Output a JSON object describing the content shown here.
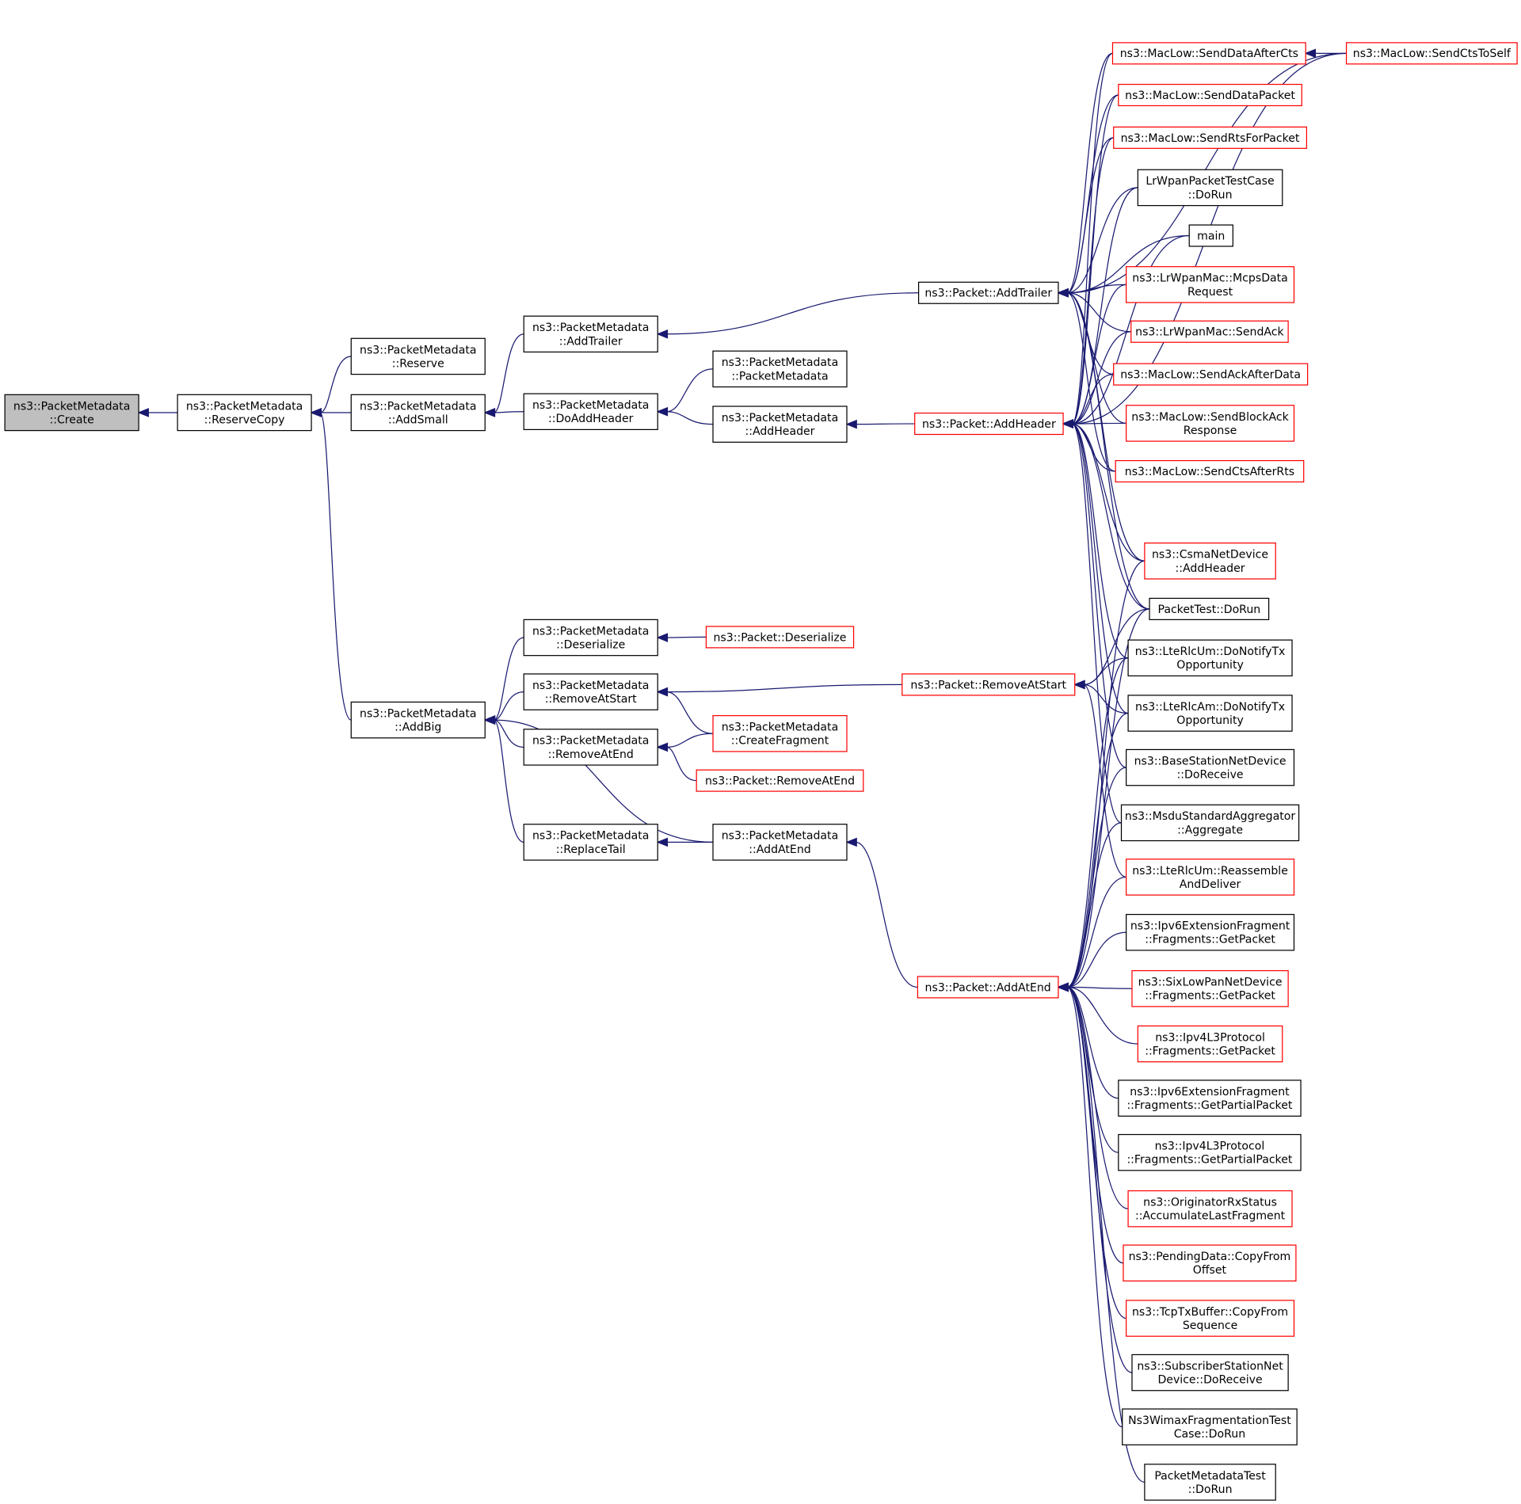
{
  "title": "ns3::PacketMetadata::Create caller graph",
  "colors": {
    "edge": "#191970",
    "normal_border": "#000000",
    "red_border": "#ff0000",
    "focus_fill": "#bfbfbf"
  },
  "nodes": [
    {
      "id": "create",
      "lines": [
        "ns3::PacketMetadata",
        "::Create"
      ],
      "style": "focus"
    },
    {
      "id": "reservecopy",
      "lines": [
        "ns3::PacketMetadata",
        "::ReserveCopy"
      ],
      "style": "normal"
    },
    {
      "id": "reserve",
      "lines": [
        "ns3::PacketMetadata",
        "::Reserve"
      ],
      "style": "normal"
    },
    {
      "id": "addsmall",
      "lines": [
        "ns3::PacketMetadata",
        "::AddSmall"
      ],
      "style": "normal"
    },
    {
      "id": "addbig",
      "lines": [
        "ns3::PacketMetadata",
        "::AddBig"
      ],
      "style": "normal"
    },
    {
      "id": "pm_addtrailer",
      "lines": [
        "ns3::PacketMetadata",
        "::AddTrailer"
      ],
      "style": "normal"
    },
    {
      "id": "pm_doaddheader",
      "lines": [
        "ns3::PacketMetadata",
        "::DoAddHeader"
      ],
      "style": "normal"
    },
    {
      "id": "pm_deserialize",
      "lines": [
        "ns3::PacketMetadata",
        "::Deserialize"
      ],
      "style": "normal"
    },
    {
      "id": "pm_removeatstart",
      "lines": [
        "ns3::PacketMetadata",
        "::RemoveAtStart"
      ],
      "style": "normal"
    },
    {
      "id": "pm_removeatend",
      "lines": [
        "ns3::PacketMetadata",
        "::RemoveAtEnd"
      ],
      "style": "normal"
    },
    {
      "id": "pm_replacetail",
      "lines": [
        "ns3::PacketMetadata",
        "::ReplaceTail"
      ],
      "style": "normal"
    },
    {
      "id": "pm_packetmetadata",
      "lines": [
        "ns3::PacketMetadata",
        "::PacketMetadata"
      ],
      "style": "normal"
    },
    {
      "id": "pm_addheader",
      "lines": [
        "ns3::PacketMetadata",
        "::AddHeader"
      ],
      "style": "normal"
    },
    {
      "id": "p_deserialize",
      "lines": [
        "ns3::Packet::Deserialize"
      ],
      "style": "red"
    },
    {
      "id": "pm_createfragment",
      "lines": [
        "ns3::PacketMetadata",
        "::CreateFragment"
      ],
      "style": "red"
    },
    {
      "id": "p_removeatend",
      "lines": [
        "ns3::Packet::RemoveAtEnd"
      ],
      "style": "red"
    },
    {
      "id": "pm_addatend",
      "lines": [
        "ns3::PacketMetadata",
        "::AddAtEnd"
      ],
      "style": "normal"
    },
    {
      "id": "p_addtrailer",
      "lines": [
        "ns3::Packet::AddTrailer"
      ],
      "style": "normal"
    },
    {
      "id": "p_addheader",
      "lines": [
        "ns3::Packet::AddHeader"
      ],
      "style": "red"
    },
    {
      "id": "p_removeatstart",
      "lines": [
        "ns3::Packet::RemoveAtStart"
      ],
      "style": "red"
    },
    {
      "id": "p_addatend",
      "lines": [
        "ns3::Packet::AddAtEnd"
      ],
      "style": "red"
    },
    {
      "id": "senddataaftercts",
      "lines": [
        "ns3::MacLow::SendDataAfterCts"
      ],
      "style": "red"
    },
    {
      "id": "sendctstoself",
      "lines": [
        "ns3::MacLow::SendCtsToSelf"
      ],
      "style": "red"
    },
    {
      "id": "senddatapacket",
      "lines": [
        "ns3::MacLow::SendDataPacket"
      ],
      "style": "red"
    },
    {
      "id": "sendrtsforpacket",
      "lines": [
        "ns3::MacLow::SendRtsForPacket"
      ],
      "style": "red"
    },
    {
      "id": "lrwpantest",
      "lines": [
        "LrWpanPacketTestCase",
        "::DoRun"
      ],
      "style": "normal"
    },
    {
      "id": "main",
      "lines": [
        "main"
      ],
      "style": "normal"
    },
    {
      "id": "mcpsdata",
      "lines": [
        "ns3::LrWpanMac::McpsData",
        "Request"
      ],
      "style": "red"
    },
    {
      "id": "lrsendack",
      "lines": [
        "ns3::LrWpanMac::SendAck"
      ],
      "style": "red"
    },
    {
      "id": "sendackafterdata",
      "lines": [
        "ns3::MacLow::SendAckAfterData"
      ],
      "style": "red"
    },
    {
      "id": "sendblockack",
      "lines": [
        "ns3::MacLow::SendBlockAck",
        "Response"
      ],
      "style": "red"
    },
    {
      "id": "sendctsafterrts",
      "lines": [
        "ns3::MacLow::SendCtsAfterRts"
      ],
      "style": "red"
    },
    {
      "id": "csmaaddheader",
      "lines": [
        "ns3::CsmaNetDevice",
        "::AddHeader"
      ],
      "style": "red"
    },
    {
      "id": "packettest",
      "lines": [
        "PacketTest::DoRun"
      ],
      "style": "normal"
    },
    {
      "id": "lterlcum_tx",
      "lines": [
        "ns3::LteRlcUm::DoNotifyTx",
        "Opportunity"
      ],
      "style": "normal"
    },
    {
      "id": "lterlcam_tx",
      "lines": [
        "ns3::LteRlcAm::DoNotifyTx",
        "Opportunity"
      ],
      "style": "normal"
    },
    {
      "id": "basestation",
      "lines": [
        "ns3::BaseStationNetDevice",
        "::DoReceive"
      ],
      "style": "normal"
    },
    {
      "id": "msduagg",
      "lines": [
        "ns3::MsduStandardAggregator",
        "::Aggregate"
      ],
      "style": "normal"
    },
    {
      "id": "reassemble",
      "lines": [
        "ns3::LteRlcUm::Reassemble",
        "AndDeliver"
      ],
      "style": "red"
    },
    {
      "id": "ipv6getpacket",
      "lines": [
        "ns3::Ipv6ExtensionFragment",
        "::Fragments::GetPacket"
      ],
      "style": "normal"
    },
    {
      "id": "sixlowpan",
      "lines": [
        "ns3::SixLowPanNetDevice",
        "::Fragments::GetPacket"
      ],
      "style": "red"
    },
    {
      "id": "ipv4getpacket",
      "lines": [
        "ns3::Ipv4L3Protocol",
        "::Fragments::GetPacket"
      ],
      "style": "red"
    },
    {
      "id": "ipv6partial",
      "lines": [
        "ns3::Ipv6ExtensionFragment",
        "::Fragments::GetPartialPacket"
      ],
      "style": "normal"
    },
    {
      "id": "ipv4partial",
      "lines": [
        "ns3::Ipv4L3Protocol",
        "::Fragments::GetPartialPacket"
      ],
      "style": "normal"
    },
    {
      "id": "originator",
      "lines": [
        "ns3::OriginatorRxStatus",
        "::AccumulateLastFragment"
      ],
      "style": "red"
    },
    {
      "id": "pendingdata",
      "lines": [
        "ns3::PendingData::CopyFrom",
        "Offset"
      ],
      "style": "red"
    },
    {
      "id": "tcptxbuffer",
      "lines": [
        "ns3::TcpTxBuffer::CopyFrom",
        "Sequence"
      ],
      "style": "red"
    },
    {
      "id": "subscriber",
      "lines": [
        "ns3::SubscriberStationNet",
        "Device::DoReceive"
      ],
      "style": "normal"
    },
    {
      "id": "wimaxtest",
      "lines": [
        "Ns3WimaxFragmentationTest",
        "Case::DoRun"
      ],
      "style": "normal"
    },
    {
      "id": "pmtest",
      "lines": [
        "PacketMetadataTest",
        "::DoRun"
      ],
      "style": "normal"
    }
  ],
  "edges": [
    [
      "reservecopy",
      "create"
    ],
    [
      "reserve",
      "reservecopy"
    ],
    [
      "addsmall",
      "reservecopy"
    ],
    [
      "addbig",
      "reservecopy"
    ],
    [
      "pm_addtrailer",
      "addsmall"
    ],
    [
      "pm_doaddheader",
      "addsmall"
    ],
    [
      "pm_deserialize",
      "addbig"
    ],
    [
      "pm_removeatstart",
      "addbig"
    ],
    [
      "pm_removeatend",
      "addbig"
    ],
    [
      "pm_replacetail",
      "addbig"
    ],
    [
      "pm_addatend",
      "addbig"
    ],
    [
      "p_addtrailer",
      "pm_addtrailer"
    ],
    [
      "pm_packetmetadata",
      "pm_doaddheader"
    ],
    [
      "pm_addheader",
      "pm_doaddheader"
    ],
    [
      "p_addheader",
      "pm_addheader"
    ],
    [
      "p_deserialize",
      "pm_deserialize"
    ],
    [
      "p_removeatstart",
      "pm_removeatstart"
    ],
    [
      "pm_createfragment",
      "pm_removeatstart"
    ],
    [
      "pm_createfragment",
      "pm_removeatend"
    ],
    [
      "p_removeatend",
      "pm_removeatend"
    ],
    [
      "pm_addatend",
      "pm_replacetail"
    ],
    [
      "p_addatend",
      "pm_addatend"
    ],
    [
      "sendctstoself",
      "senddataaftercts"
    ],
    [
      "senddataaftercts",
      "p_addtrailer"
    ],
    [
      "senddatapacket",
      "p_addtrailer"
    ],
    [
      "sendrtsforpacket",
      "p_addtrailer"
    ],
    [
      "lrwpantest",
      "p_addtrailer"
    ],
    [
      "main",
      "p_addtrailer"
    ],
    [
      "mcpsdata",
      "p_addtrailer"
    ],
    [
      "lrsendack",
      "p_addtrailer"
    ],
    [
      "sendackafterdata",
      "p_addtrailer"
    ],
    [
      "sendblockack",
      "p_addtrailer"
    ],
    [
      "sendctsafterrts",
      "p_addtrailer"
    ],
    [
      "csmaaddheader",
      "p_addtrailer"
    ],
    [
      "packettest",
      "p_addtrailer"
    ],
    [
      "sendctstoself",
      "p_addtrailer"
    ],
    [
      "senddataaftercts",
      "p_addheader"
    ],
    [
      "senddatapacket",
      "p_addheader"
    ],
    [
      "sendrtsforpacket",
      "p_addheader"
    ],
    [
      "lrwpantest",
      "p_addheader"
    ],
    [
      "main",
      "p_addheader"
    ],
    [
      "mcpsdata",
      "p_addheader"
    ],
    [
      "lrsendack",
      "p_addheader"
    ],
    [
      "sendackafterdata",
      "p_addheader"
    ],
    [
      "sendblockack",
      "p_addheader"
    ],
    [
      "sendctsafterrts",
      "p_addheader"
    ],
    [
      "sendctstoself",
      "p_addheader"
    ],
    [
      "csmaaddheader",
      "p_addheader"
    ],
    [
      "packettest",
      "p_addheader"
    ],
    [
      "lterlcum_tx",
      "p_addheader"
    ],
    [
      "lterlcam_tx",
      "p_addheader"
    ],
    [
      "basestation",
      "p_addheader"
    ],
    [
      "msduagg",
      "p_addheader"
    ],
    [
      "packettest",
      "p_removeatstart"
    ],
    [
      "lterlcum_tx",
      "p_removeatstart"
    ],
    [
      "lterlcam_tx",
      "p_removeatstart"
    ],
    [
      "reassemble",
      "p_removeatstart"
    ],
    [
      "csmaaddheader",
      "p_addatend"
    ],
    [
      "packettest",
      "p_addatend"
    ],
    [
      "lterlcum_tx",
      "p_addatend"
    ],
    [
      "lterlcam_tx",
      "p_addatend"
    ],
    [
      "basestation",
      "p_addatend"
    ],
    [
      "msduagg",
      "p_addatend"
    ],
    [
      "reassemble",
      "p_addatend"
    ],
    [
      "ipv6getpacket",
      "p_addatend"
    ],
    [
      "sixlowpan",
      "p_addatend"
    ],
    [
      "ipv4getpacket",
      "p_addatend"
    ],
    [
      "ipv6partial",
      "p_addatend"
    ],
    [
      "ipv4partial",
      "p_addatend"
    ],
    [
      "originator",
      "p_addatend"
    ],
    [
      "pendingdata",
      "p_addatend"
    ],
    [
      "tcptxbuffer",
      "p_addatend"
    ],
    [
      "subscriber",
      "p_addatend"
    ],
    [
      "wimaxtest",
      "p_addatend"
    ],
    [
      "pmtest",
      "p_addatend"
    ]
  ]
}
